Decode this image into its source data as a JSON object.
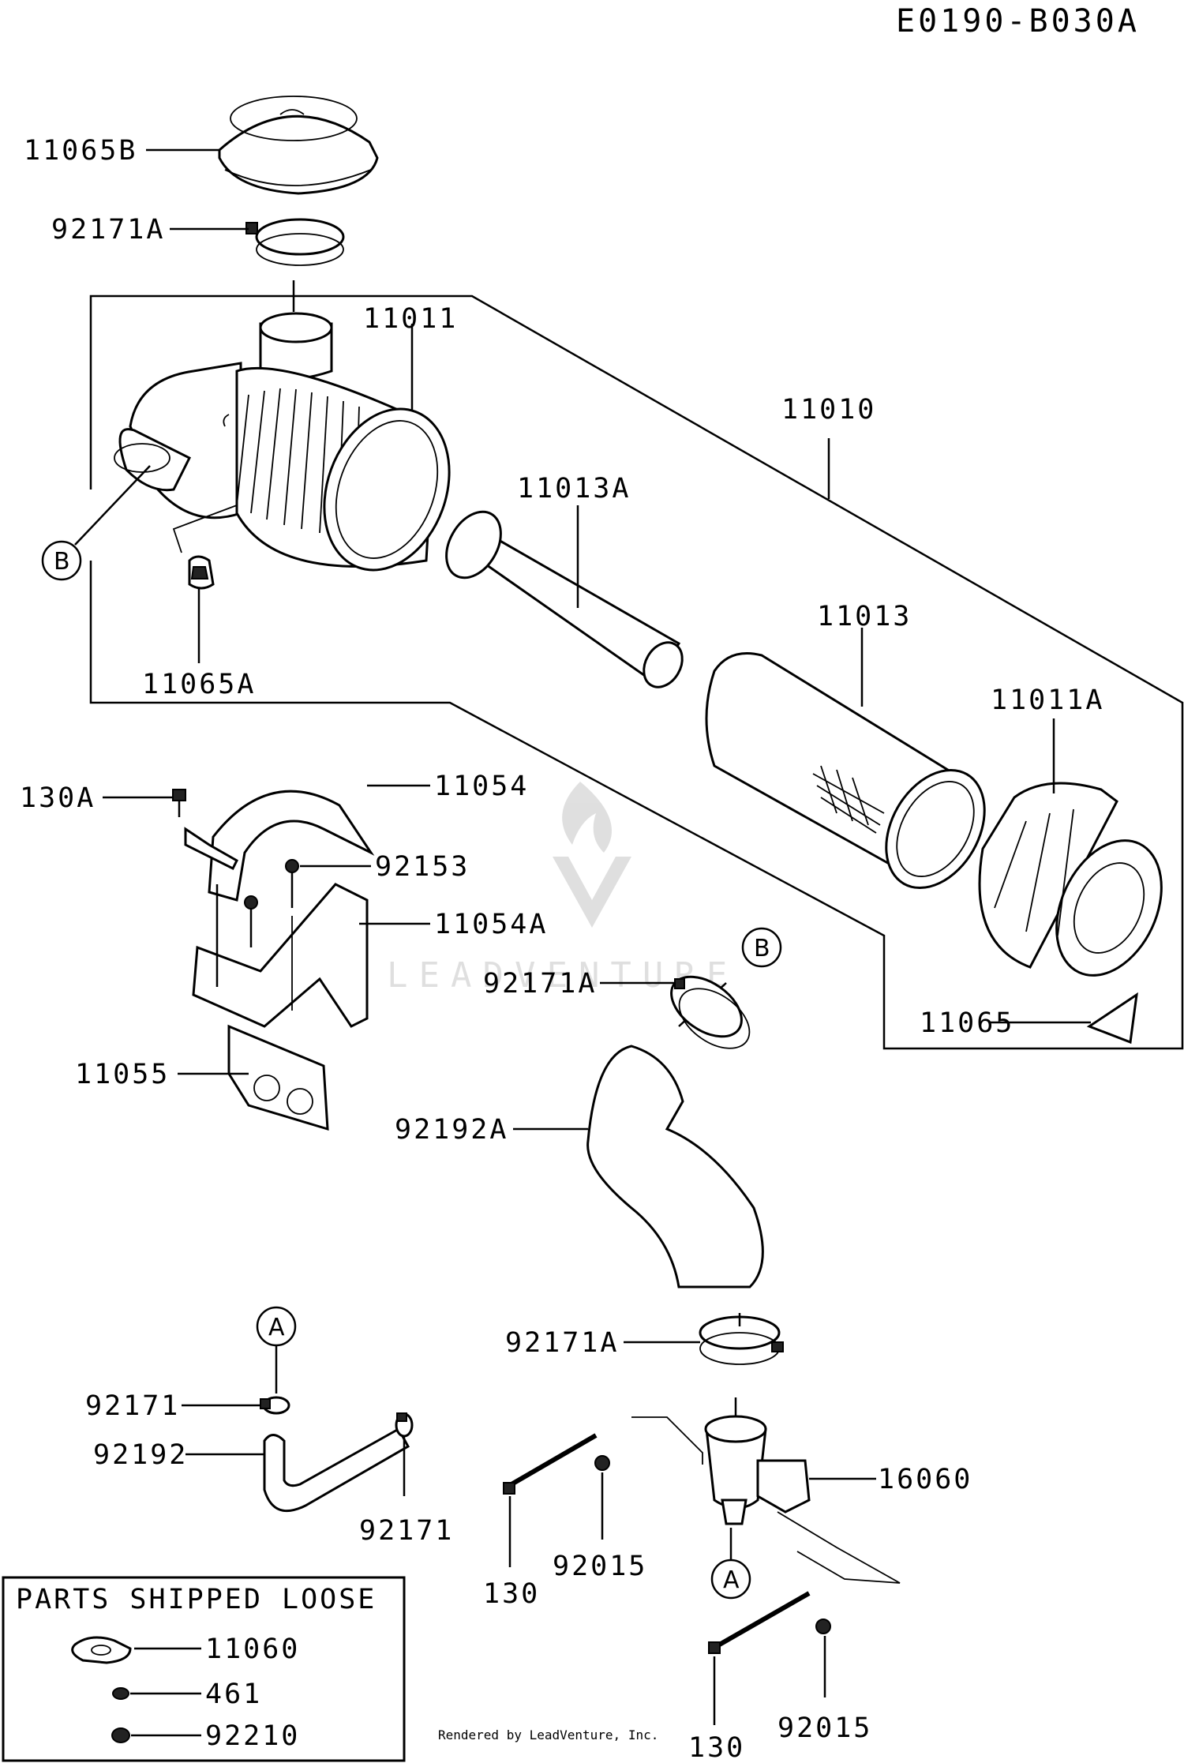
{
  "diagram": {
    "title": "E0190-B030A",
    "credit": "Rendered by LeadVenture, Inc.",
    "watermark": "LEADVENTURE",
    "labels": {
      "p11065B": "11065B",
      "p92171A_top": "92171A",
      "p11011": "11011",
      "p11010": "11010",
      "p11013A": "11013A",
      "p11013": "11013",
      "p11011A": "11011A",
      "p11065A": "11065A",
      "p11065": "11065",
      "p130A": "130A",
      "p11054": "11054",
      "p92153": "92153",
      "p11054A": "11054A",
      "p92171A_mid": "92171A",
      "p11055": "11055",
      "p92192A": "92192A",
      "p92171A_low": "92171A",
      "p92171_a": "92171",
      "p92192": "92192",
      "p92171_b": "92171",
      "p16060": "16060",
      "p130_a": "130",
      "p92015_a": "92015",
      "p130_b": "130",
      "p92015_b": "92015"
    },
    "refs": {
      "B_left": "B",
      "B_right": "B",
      "A_top": "A",
      "A_bottom": "A"
    },
    "loose_box": {
      "heading": "PARTS SHIPPED LOOSE",
      "items": [
        "11060",
        "461",
        "92210"
      ]
    }
  }
}
